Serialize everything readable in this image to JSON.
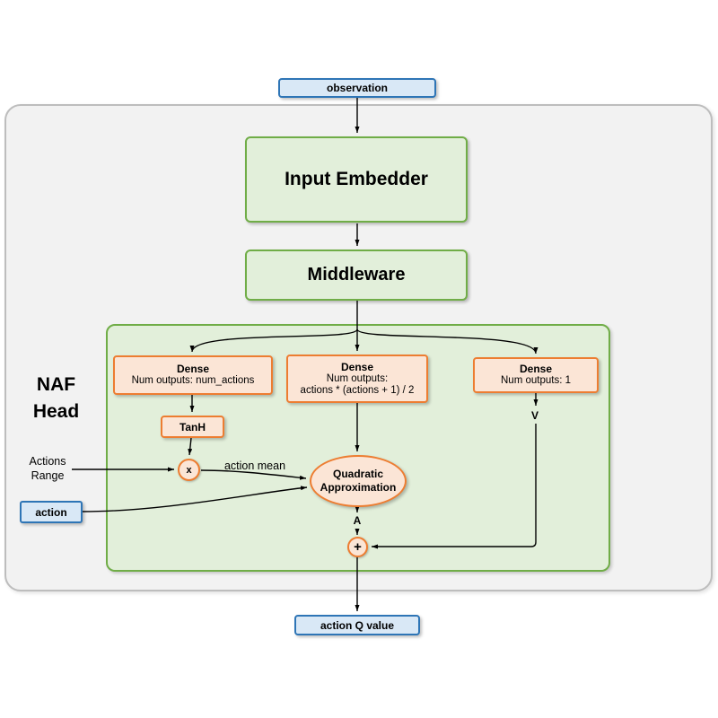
{
  "nodes": {
    "observation": "observation",
    "input_embedder": "Input Embedder",
    "middleware": "Middleware",
    "dense_actions": {
      "title": "Dense",
      "line2": "Num outputs: num_actions"
    },
    "dense_quadratic": {
      "title": "Dense",
      "line2": "Num outputs:",
      "line3": "actions * (actions + 1) / 2"
    },
    "dense_value": {
      "title": "Dense",
      "line2": "Num outputs: 1"
    },
    "tanh": "TanH",
    "multiply": "x",
    "sum": "+",
    "quadratic": {
      "line1": "Quadratic",
      "line2": "Approximation"
    },
    "action": "action",
    "action_q_value": "action Q value"
  },
  "labels": {
    "naf_head": {
      "line1": "NAF",
      "line2": "Head"
    },
    "actions_range": {
      "line1": "Actions",
      "line2": "Range"
    },
    "action_mean": "action mean",
    "v": "V",
    "a": "A"
  },
  "colors": {
    "blue_fill": "#d9e8f6",
    "blue_border": "#2e75b6",
    "green_fill": "#e2efda",
    "green_border": "#70ad47",
    "orange_fill": "#fbe5d6",
    "orange_border": "#ed7d31",
    "gray_fill": "#f2f2f2",
    "gray_border": "#bdbdbd",
    "line": "#000000"
  }
}
